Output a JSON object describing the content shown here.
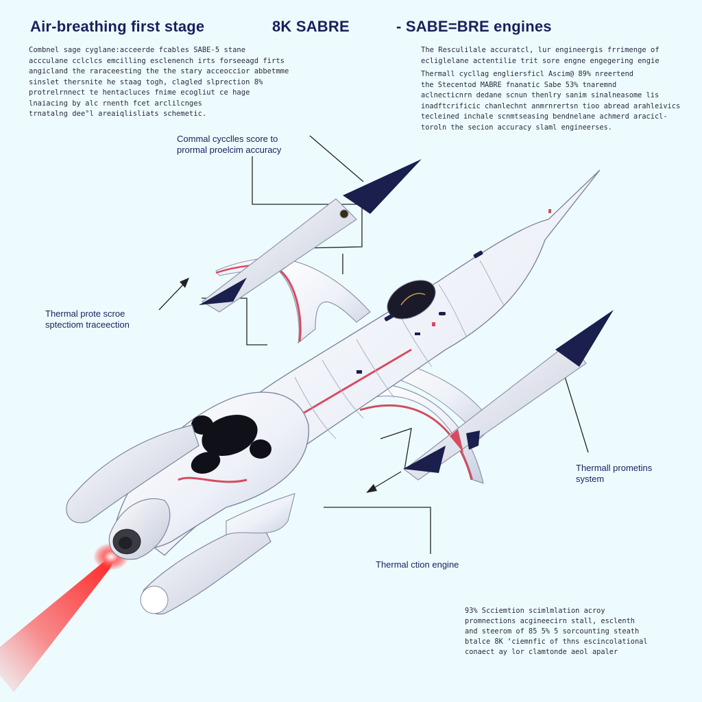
{
  "header": {
    "title_1": "Air-breathing first stage",
    "title_2": "8K SABRE",
    "title_3": "- SABE=BRE engines"
  },
  "intro_left": [
    "Combnel sage cyglane:acceerde fcables SABE-5 stane",
    "accculane cclclcs emcilling esclenench irts forseeagd firts",
    "angicland the raraceesting the the stary acceoccior abbetmme",
    "sinslet thersnite he staag togh, clagled slprection 8%",
    "protrelrnnect te hentacluces fnime ecogliut ce hage",
    "lnaiacing by alc rnenth fcet arclilcnges",
    "trnatalng dee°l areaiqlisliats schemetic."
  ],
  "intro_right": {
    "para_1": [
      "The Resculilale accuratcl, lur engineergis frrimenge of",
      "ecliglelane actentilie trit sore engne engegering engie"
    ],
    "para_2": [
      "Thermall cycllag engliersficl Ascim@ 89% nreertend",
      "the Stecentod MABRE fnanatic Sabe 53% tnaremnd",
      "aclnecticnrn dedane scnun thenlry sanim sinalneasome lis",
      "inadftcrificic chanlechnt anmrnrertsn tioo abread arahleivics",
      "tecleined inchale scnmtseasing bendnelane achmerd aracicl-",
      "toroln the secion accuracy slaml engineerses."
    ]
  },
  "callouts": {
    "top": [
      "Commal cycclles score to",
      "prormal proelcim accuracy"
    ],
    "left": [
      "Thermal prote scroe",
      "sptectiom traceection"
    ],
    "right": [
      "Thermall prometins",
      "system"
    ],
    "bottom": "Thermal ction engine",
    "footer": [
      "93% Scciemtion scimlmlation acroy",
      "promnections acgineecirn stall, esclenth",
      "and steerom of 85 5% 5 sorcounting steath",
      "btalce 8K ‘ciemnfic of thns escincolational",
      "conaect ay lor clamtonde aeol apaler"
    ]
  },
  "colors": {
    "background": "#eefbfe",
    "hull": "#f4f6fb",
    "accent_stripe": "#d64b60",
    "nose_cone": "#1a1f4d",
    "exhaust": "#ff2020"
  }
}
